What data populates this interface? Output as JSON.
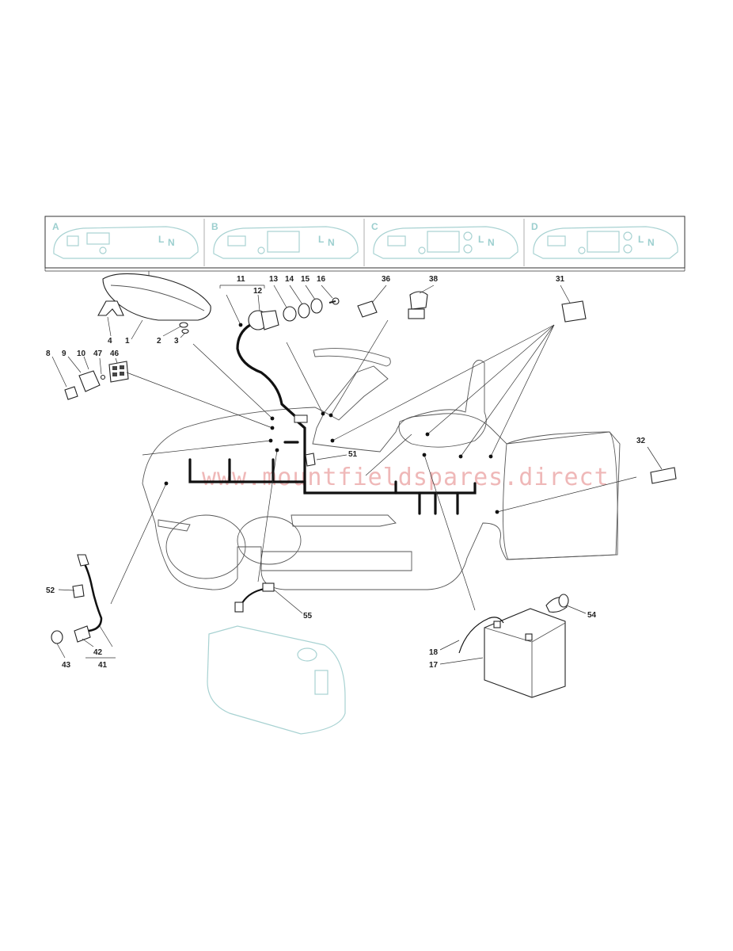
{
  "watermark": "www.mountfieldspares.direct",
  "colors": {
    "panel_ghost": "#a8d2d2",
    "watermark": "#e9a0a0",
    "ink": "#222222"
  },
  "dashboard_panels": [
    {
      "letter": "A",
      "icons": [
        "L",
        "N"
      ]
    },
    {
      "letter": "B",
      "icons": [
        "L",
        "N"
      ]
    },
    {
      "letter": "C",
      "icons": [
        "L",
        "N"
      ]
    },
    {
      "letter": "D",
      "icons": [
        "L",
        "N"
      ]
    }
  ],
  "part_numbers": [
    "1",
    "2",
    "3",
    "4",
    "8",
    "9",
    "10",
    "47",
    "46",
    "11",
    "12",
    "13",
    "14",
    "15",
    "16",
    "36",
    "38",
    "31",
    "32",
    "51",
    "52",
    "43",
    "42",
    "41",
    "55",
    "54",
    "18",
    "17"
  ]
}
